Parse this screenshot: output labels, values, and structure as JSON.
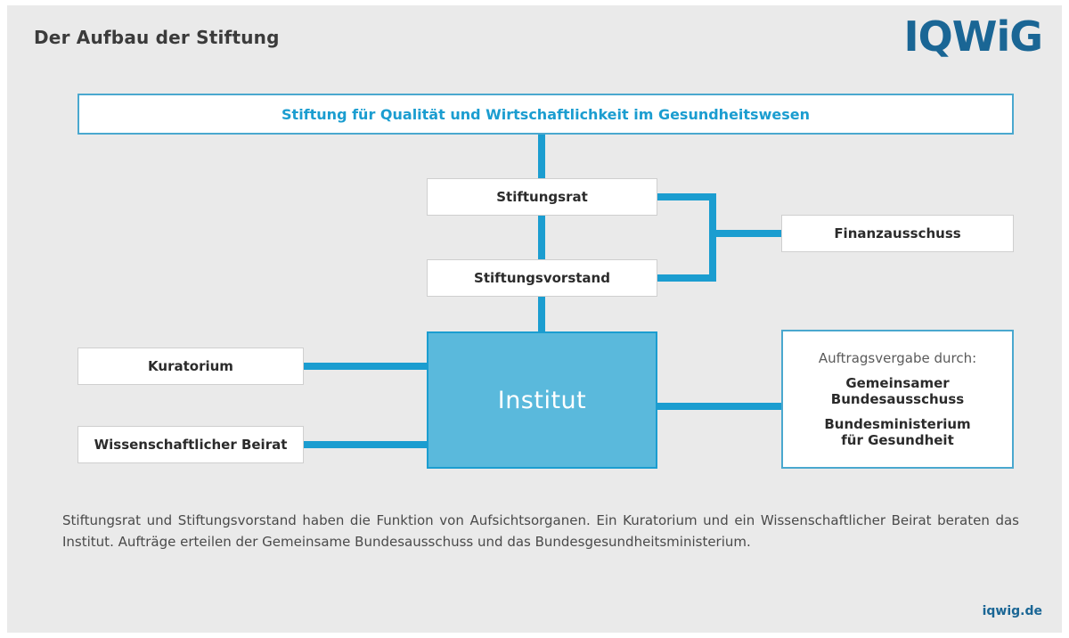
{
  "header": {
    "title": "Der Aufbau der Stiftung",
    "logo": "IQWiG"
  },
  "footer": {
    "url": "iqwig.de"
  },
  "colors": {
    "background": "#eaeaea",
    "accent_blue": "#1b9dd0",
    "accent_blue_light": "#5ab9dc",
    "brand_blue": "#1a6695",
    "box_border_grey": "#cfcfcf",
    "text_dark": "#2b2b2b",
    "text_muted": "#4a4a4a"
  },
  "diagram": {
    "type": "organizational-chart",
    "nodes": {
      "foundation": {
        "label": "Stiftung für Qualität und Wirtschaftlichkeit im Gesundheitswesen"
      },
      "board_of_trustees": {
        "label": "Stiftungsrat"
      },
      "executive_board": {
        "label": "Stiftungsvorstand"
      },
      "finance_committee": {
        "label": "Finanzausschuss"
      },
      "curatorship": {
        "label": "Kuratorium"
      },
      "scientific_advisory": {
        "label": "Wissenschaftlicher Beirat"
      },
      "institute": {
        "label": "Institut"
      },
      "commissioning": {
        "heading": "Auftragsvergabe durch:",
        "items": [
          "Gemeinsamer\nBundesausschuss",
          "Bundesministerium\nfür Gesundheit"
        ]
      }
    }
  },
  "caption": {
    "text": "Stiftungsrat und Stiftungsvorstand haben die Funktion von Aufsichtsorganen. Ein Kuratorium und ein Wissenschaftlicher Beirat beraten das Institut. Aufträge erteilen der Gemeinsame Bundesausschuss und das Bundesgesundheitsministerium."
  }
}
